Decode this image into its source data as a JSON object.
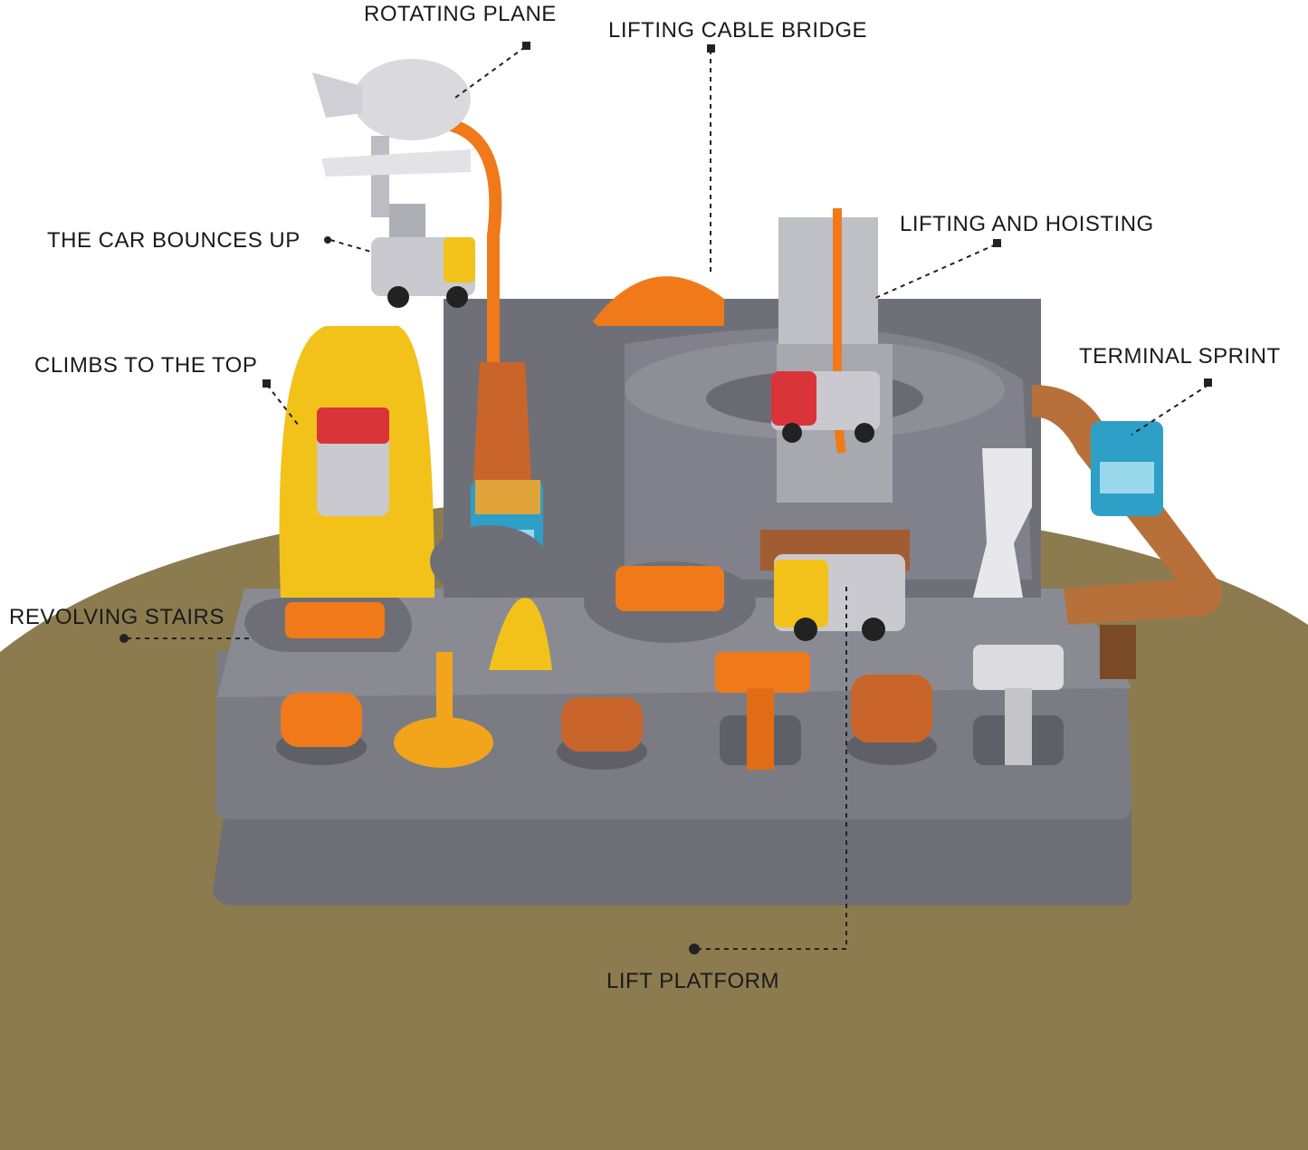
{
  "labels": {
    "rotating_plane": "ROTATING PLANE",
    "lifting_cable_bridge": "LIFTING CABLE BRIDGE",
    "car_bounces_up": "THE CAR BOUNCES UP",
    "lifting_and_hoisting": "LIFTING AND HOISTING",
    "terminal_sprint": "TERMINAL SPRINT",
    "climbs_to_top": "CLIMBS TO THE TOP",
    "revolving_stairs": "REVOLVING STAIRS",
    "lift_platform": "LIFT PLATFORM"
  },
  "colors": {
    "floor": "#8c7b4f",
    "base_gray": "#77787f",
    "base_dark": "#5f6067",
    "orange": "#f07a1a",
    "yellow": "#f2c21a",
    "brown_track": "#b8703a",
    "white_plane": "#dcdcdc"
  }
}
